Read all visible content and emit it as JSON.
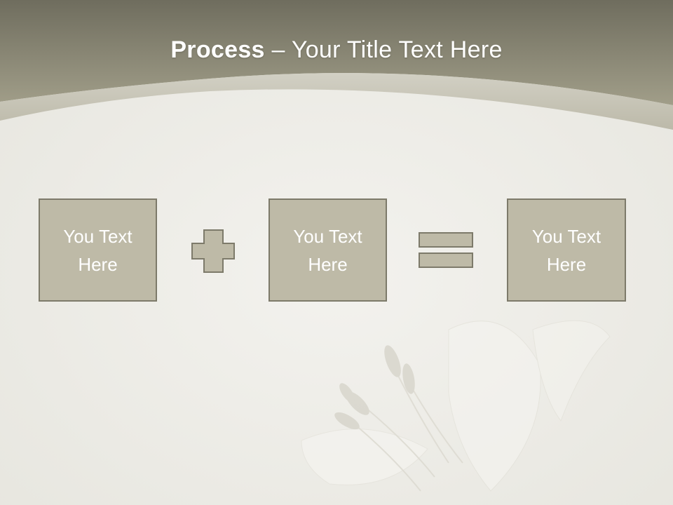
{
  "slide": {
    "title": {
      "bold": "Process",
      "separator": " – ",
      "rest": "Your Title Text Here"
    },
    "boxes": [
      {
        "text": "You Text Here"
      },
      {
        "text": "You Text Here"
      },
      {
        "text": "You Text Here"
      }
    ],
    "operators": [
      "plus-icon",
      "equals-icon"
    ]
  },
  "colors": {
    "header": "#8e8b76",
    "box_fill": "#bebaa7",
    "box_border": "#7d7a6a",
    "background": "#efeee9",
    "text": "#ffffff"
  }
}
